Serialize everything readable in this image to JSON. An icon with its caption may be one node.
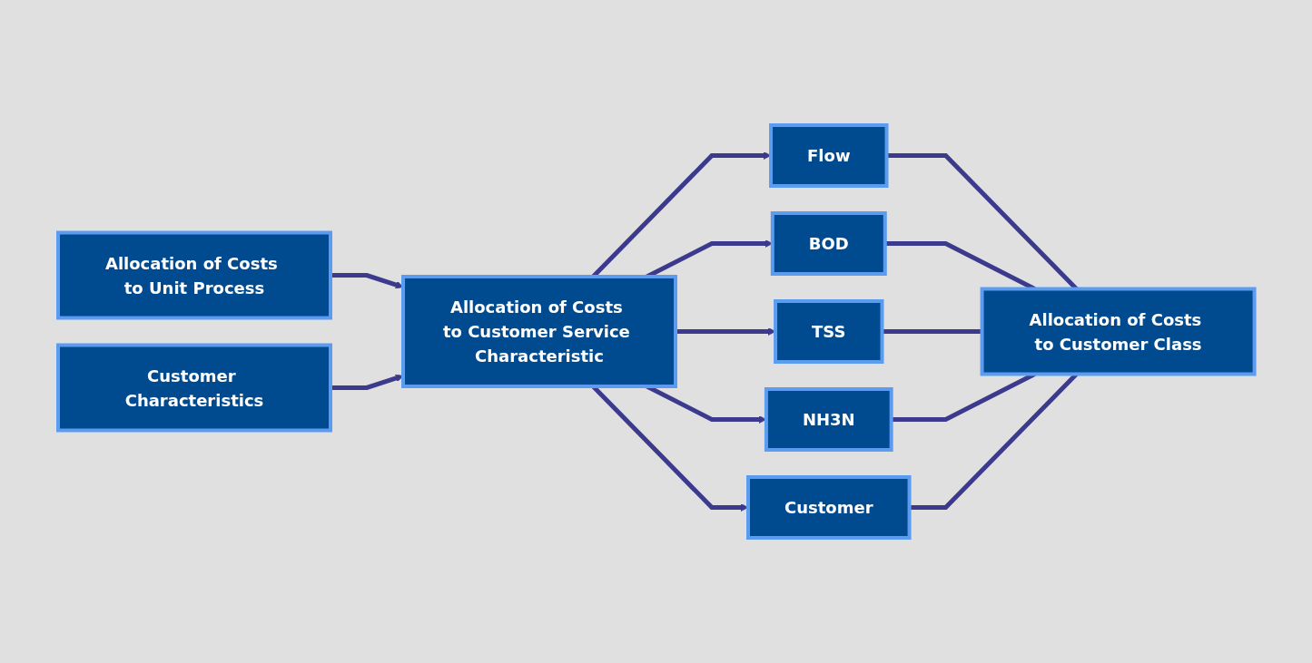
{
  "diagram": {
    "nodes": [
      {
        "text": [
          "Allocation of Costs to Unit Process"
        ]
      },
      {
        "text": [
          "Customer Characteristics"
        ]
      },
      {
        "text": [
          "Allocation of Costs to Customer Service Characteristic"
        ]
      },
      {
        "text": [
          "Flow"
        ]
      },
      {
        "text": [
          "BOD"
        ]
      },
      {
        "text": [
          "TSS"
        ]
      },
      {
        "text": [
          "NH3N"
        ]
      },
      {
        "text": [
          "Customer"
        ]
      },
      {
        "text": [
          "Allocation of Costs to Customer Class"
        ]
      }
    ],
    "edges": [
      {
        "from": 0,
        "to": 2,
        "arrow": "to"
      },
      {
        "from": 1,
        "to": 2,
        "arrow": "to"
      },
      {
        "from": 2,
        "to": 3,
        "arrow": "to"
      },
      {
        "from": 2,
        "to": 4,
        "arrow": "to"
      },
      {
        "from": 2,
        "to": 5,
        "arrow": "to"
      },
      {
        "from": 2,
        "to": 6,
        "arrow": "to"
      },
      {
        "from": 2,
        "to": 7,
        "arrow": "to"
      },
      {
        "from": 3,
        "to": 8,
        "arrow": "none"
      },
      {
        "from": 4,
        "to": 8,
        "arrow": "none"
      },
      {
        "from": 5,
        "to": 8,
        "arrow": "none"
      },
      {
        "from": 6,
        "to": 8,
        "arrow": "none"
      },
      {
        "from": 7,
        "to": 8,
        "arrow": "none"
      }
    ]
  }
}
